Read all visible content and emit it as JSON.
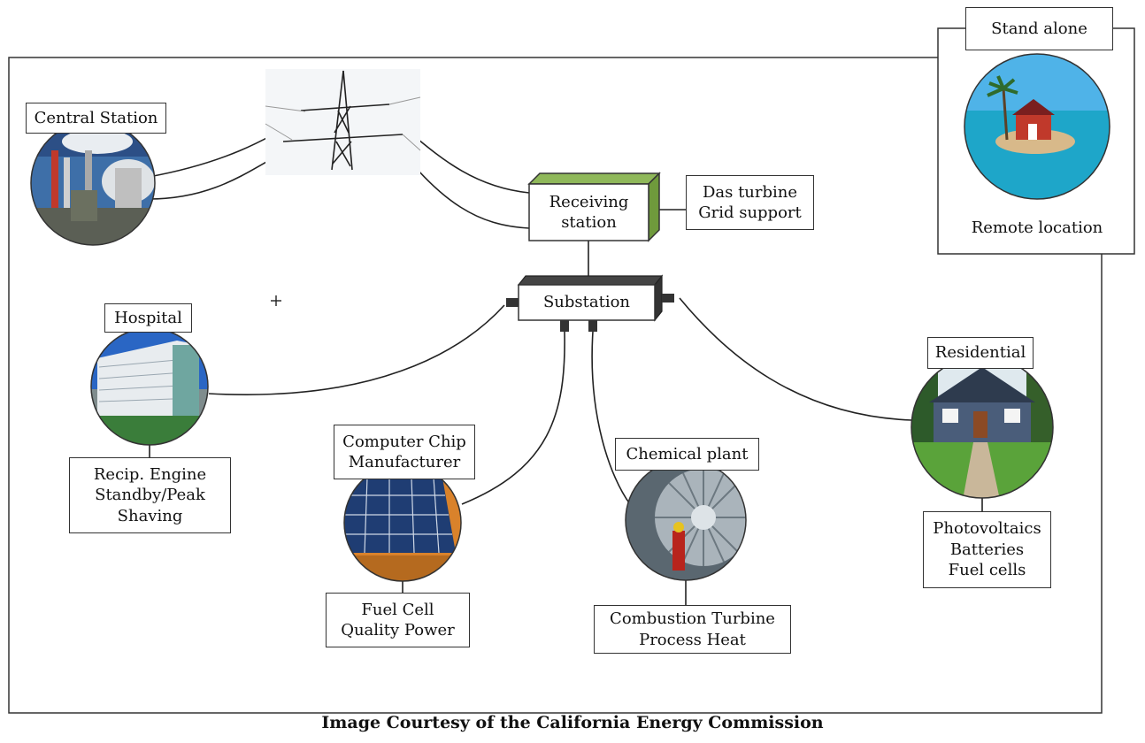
{
  "nodes": {
    "central_station": "Central Station",
    "stand_alone": "Stand alone",
    "remote_location": "Remote location",
    "receiving_station": "Receiving\nstation",
    "das_turbine": "Das turbine\nGrid support",
    "substation": "Substation",
    "hospital": "Hospital",
    "recip_engine": "Recip. Engine\nStandby/Peak\nShaving",
    "chip_manufacturer": "Computer Chip\nManufacturer",
    "fuel_cell": "Fuel Cell\nQuality Power",
    "chemical_plant": "Chemical plant",
    "combustion_turbine": "Combustion Turbine\nProcess Heat",
    "residential": "Residential",
    "photovoltaics": "Photovoltaics\nBatteries\nFuel cells"
  },
  "caption": "Image Courtesy of the California Energy Commission",
  "colors": {
    "receiving_front": "#ffffff",
    "receiving_side": "#6f9a3c",
    "substation_side": "#333333",
    "line": "#222222"
  },
  "icons": {
    "central_station": "power-plant-icon",
    "transmission_tower": "transmission-tower-icon",
    "stand_alone": "island-house-icon",
    "hospital": "hospital-building-icon",
    "chip_manufacturer": "solar-panel-icon",
    "chemical_plant": "turbine-icon",
    "residential": "house-icon"
  }
}
